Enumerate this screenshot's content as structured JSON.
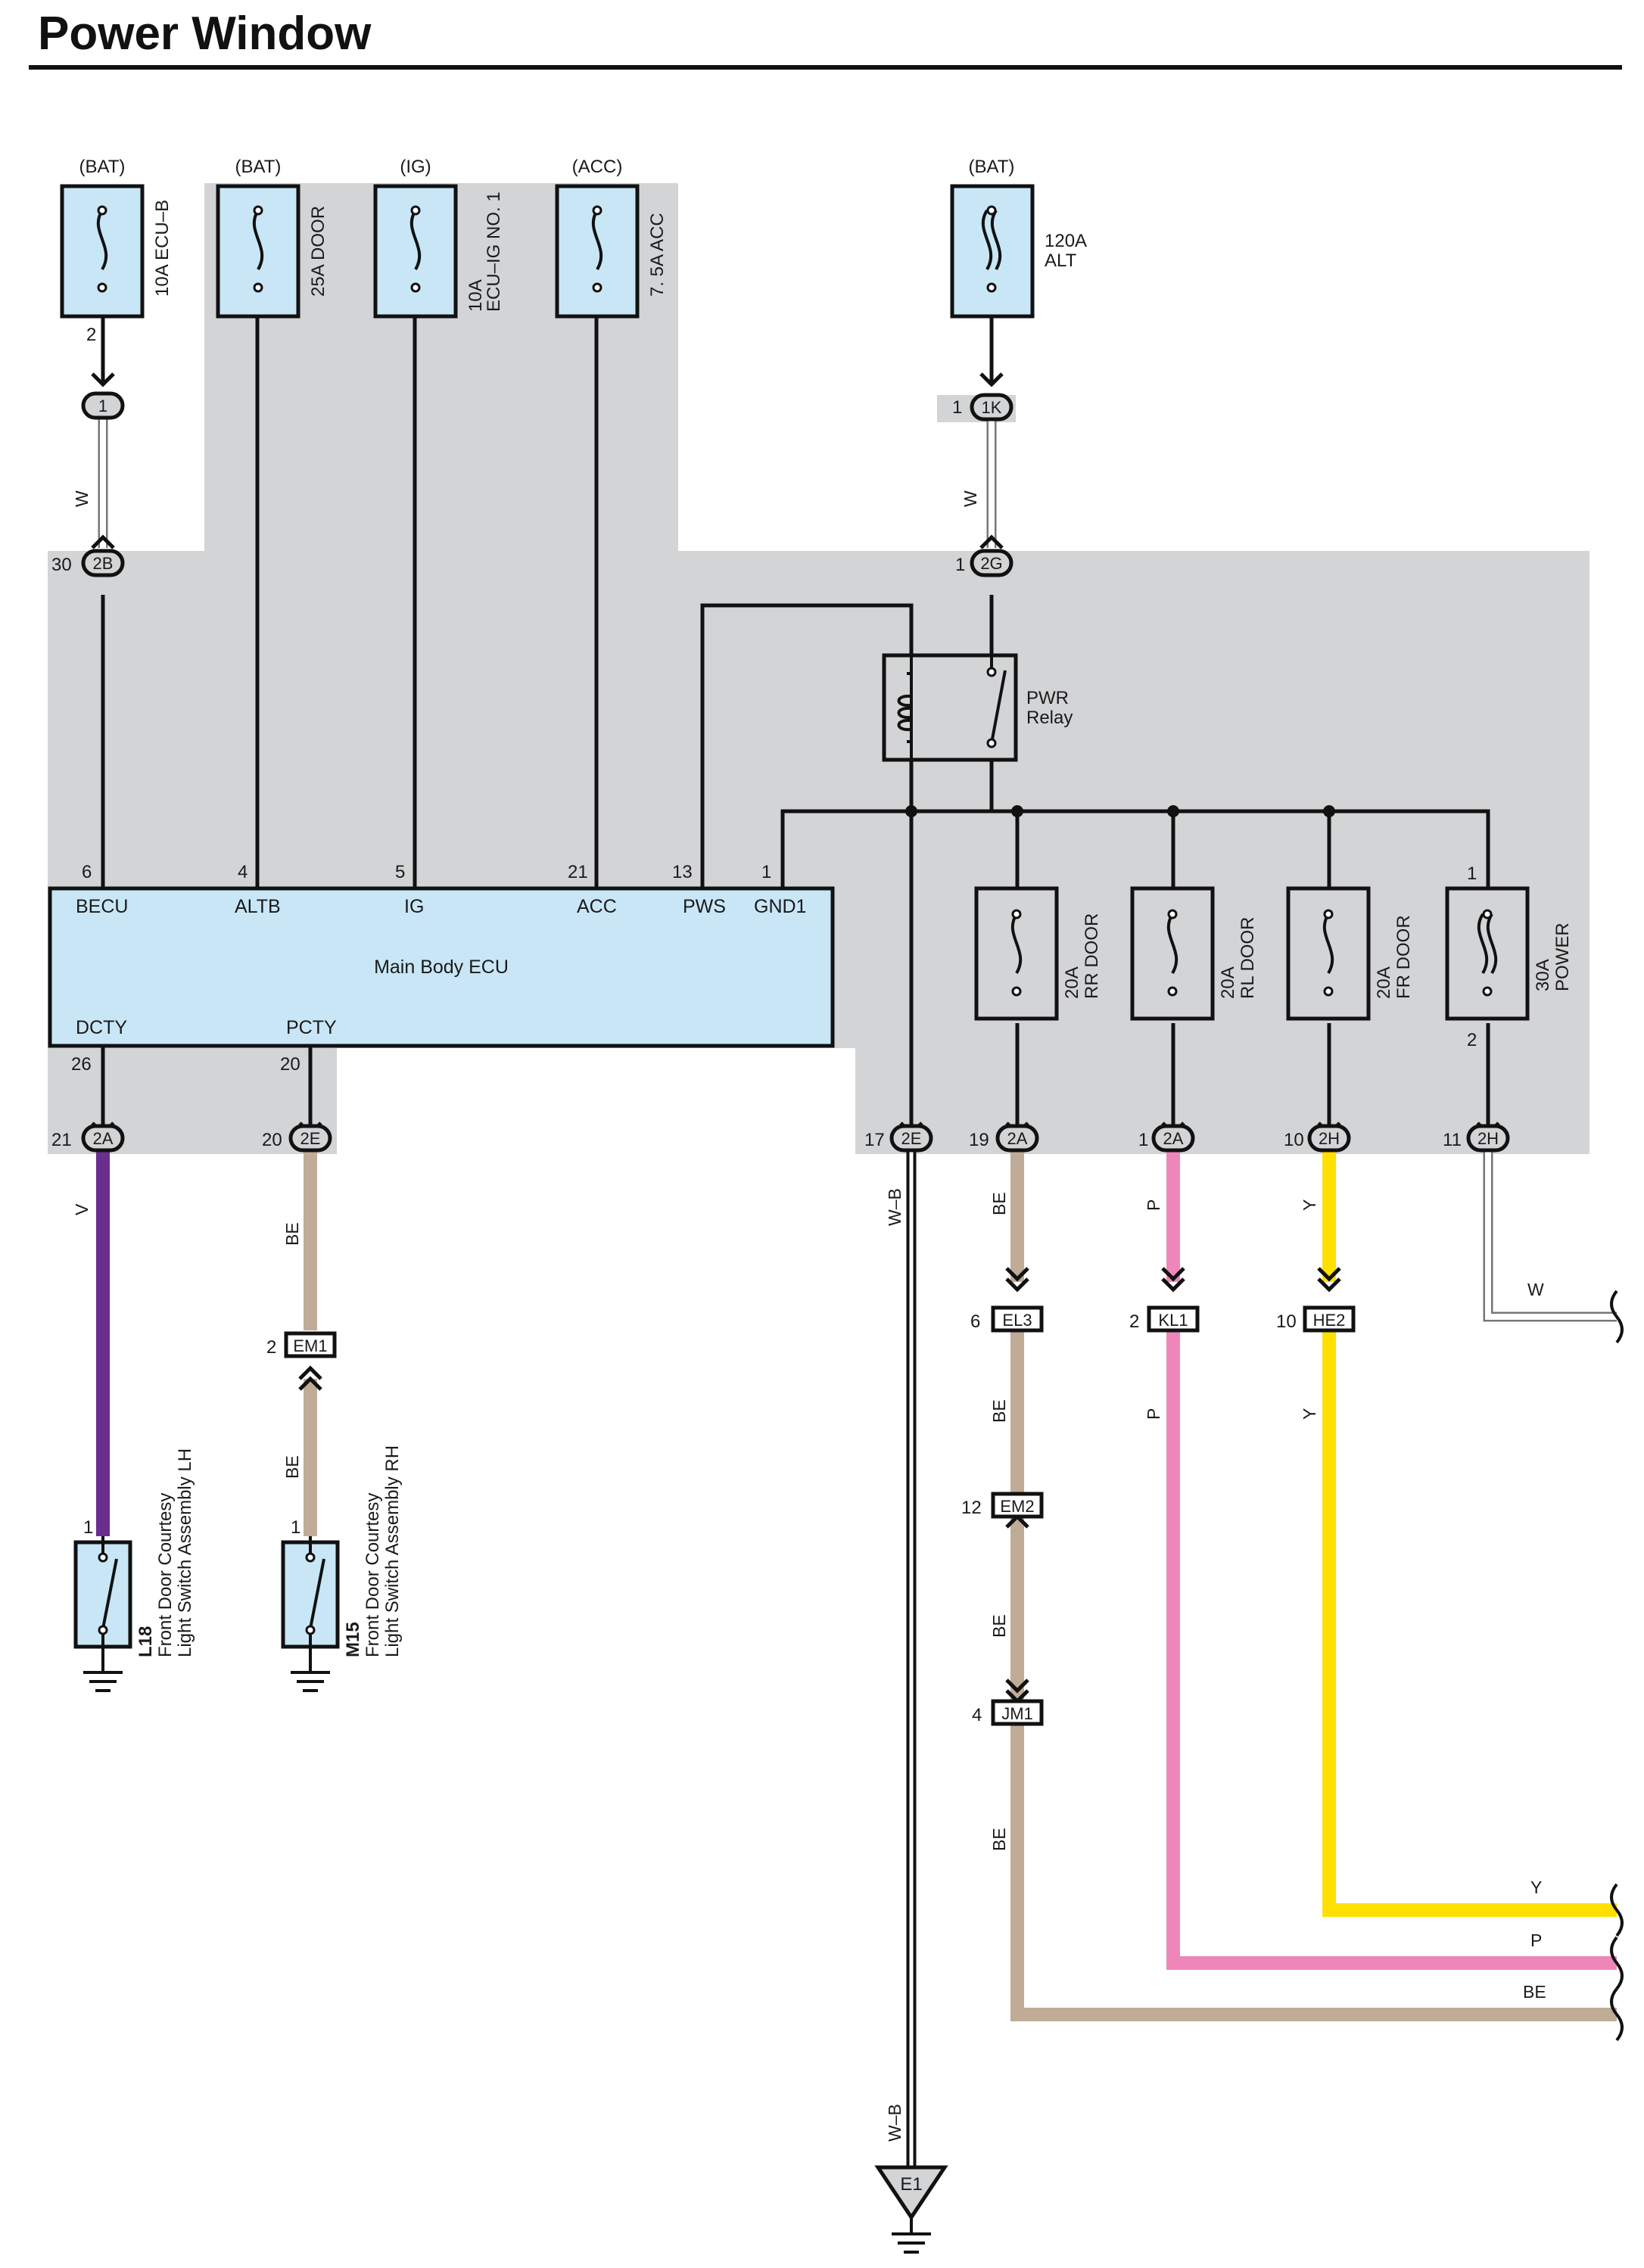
{
  "title": "Power Window",
  "colors": {
    "zone": "#d3d4d6",
    "component_fill": "#c8e6f6",
    "violet": "#6a2e8e",
    "beige": "#bfab96",
    "pink": "#ef86ba",
    "yellow": "#ffe000",
    "white_wire": "#ffffff",
    "line": "#111111"
  },
  "fuses": [
    {
      "source": "(BAT)",
      "rating": "10A ECU–B",
      "rating_line2": "",
      "pin_out": "2"
    },
    {
      "source": "(BAT)",
      "rating": "25A DOOR",
      "rating_line2": ""
    },
    {
      "source": "(IG)",
      "rating": "10A",
      "rating_line2": "ECU–IG NO. 1"
    },
    {
      "source": "(ACC)",
      "rating": "7. 5A ACC",
      "rating_line2": ""
    },
    {
      "source": "(BAT)",
      "rating": "120A",
      "rating_line2": "ALT"
    },
    {
      "rating": "20A",
      "rating_line2": "RR DOOR"
    },
    {
      "rating": "20A",
      "rating_line2": "RL DOOR"
    },
    {
      "rating": "20A",
      "rating_line2": "FR DOOR"
    },
    {
      "rating": "30A",
      "rating_line2": "POWER",
      "pin_in": "1",
      "pin_out": "2"
    }
  ],
  "relay": {
    "line1": "PWR",
    "line2": "Relay"
  },
  "ecu": {
    "name": "Main Body ECU",
    "top_pins": [
      {
        "num": "6",
        "name": "BECU"
      },
      {
        "num": "4",
        "name": "ALTB"
      },
      {
        "num": "5",
        "name": "IG"
      },
      {
        "num": "21",
        "name": "ACC"
      },
      {
        "num": "13",
        "name": "PWS"
      },
      {
        "num": "1",
        "name": "GND1"
      }
    ],
    "bottom_pins": [
      {
        "num": "26",
        "name": "DCTY"
      },
      {
        "num": "20",
        "name": "PCTY"
      }
    ]
  },
  "connectors": {
    "c1": {
      "code": "1",
      "pin": "2"
    },
    "c1k": {
      "code": "1K",
      "pin": "1"
    },
    "c2b": {
      "code": "2B",
      "pin": "30"
    },
    "c2g": {
      "code": "2G",
      "pin": "1"
    },
    "c2a_l": {
      "code": "2A",
      "pin": "21"
    },
    "c2e_l": {
      "code": "2E",
      "pin": "20"
    },
    "c2e_r": {
      "code": "2E",
      "pin": "17"
    },
    "c2a_r1": {
      "code": "2A",
      "pin": "19"
    },
    "c2a_r2": {
      "code": "2A",
      "pin": "1"
    },
    "c2h_1": {
      "code": "2H",
      "pin": "10"
    },
    "c2h_2": {
      "code": "2H",
      "pin": "11"
    },
    "em1": {
      "code": "EM1",
      "pin": "2"
    },
    "el3": {
      "code": "EL3",
      "pin": "6"
    },
    "kl1": {
      "code": "KL1",
      "pin": "2"
    },
    "he2": {
      "code": "HE2",
      "pin": "10"
    },
    "em2": {
      "code": "EM2",
      "pin": "12"
    },
    "jm1": {
      "code": "JM1",
      "pin": "4"
    }
  },
  "wire_colors": {
    "w": "W",
    "v": "V",
    "be": "BE",
    "wb": "W–B",
    "p": "P",
    "y": "Y"
  },
  "switches": [
    {
      "code": "L18",
      "line1": "Front Door Courtesy",
      "line2": "Light Switch Assembly LH",
      "pin": "1"
    },
    {
      "code": "M15",
      "line1": "Front Door Courtesy",
      "line2": "Light Switch Assembly RH",
      "pin": "1"
    }
  ],
  "ground": {
    "code": "E1"
  }
}
